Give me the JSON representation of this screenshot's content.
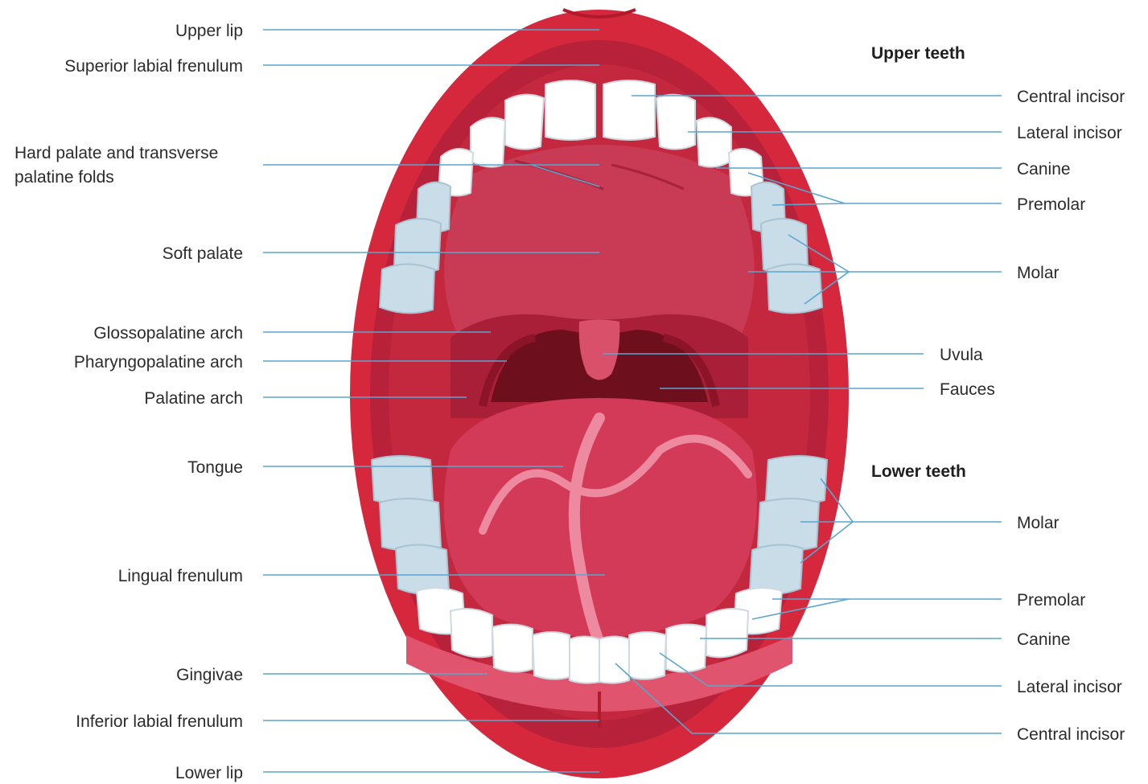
{
  "headings": {
    "upper_teeth": "Upper teeth",
    "lower_teeth": "Lower teeth"
  },
  "labels_left": [
    {
      "id": "upper-lip",
      "lines": [
        "Upper lip"
      ]
    },
    {
      "id": "superior-labial-frenulum",
      "lines": [
        "Superior labial frenulum"
      ]
    },
    {
      "id": "hard-palate",
      "lines": [
        "Hard palate and transverse",
        "palatine folds"
      ]
    },
    {
      "id": "soft-palate",
      "lines": [
        "Soft palate"
      ]
    },
    {
      "id": "glossopalatine-arch",
      "lines": [
        "Glossopalatine arch"
      ]
    },
    {
      "id": "pharyngopalatine-arch",
      "lines": [
        "Pharyngopalatine arch"
      ]
    },
    {
      "id": "palatine-arch",
      "lines": [
        "Palatine arch"
      ]
    },
    {
      "id": "tongue",
      "lines": [
        "Tongue"
      ]
    },
    {
      "id": "lingual-frenulum",
      "lines": [
        "Lingual frenulum"
      ]
    },
    {
      "id": "gingivae",
      "lines": [
        "Gingivae"
      ]
    },
    {
      "id": "inferior-labial-frenulum",
      "lines": [
        "Inferior labial frenulum"
      ]
    },
    {
      "id": "lower-lip",
      "lines": [
        "Lower lip"
      ]
    }
  ],
  "labels_right": [
    {
      "id": "upper-central-incisor",
      "lines": [
        "Central incisor"
      ]
    },
    {
      "id": "upper-lateral-incisor",
      "lines": [
        "Lateral incisor"
      ]
    },
    {
      "id": "upper-canine",
      "lines": [
        "Canine"
      ]
    },
    {
      "id": "upper-premolar",
      "lines": [
        "Premolar"
      ]
    },
    {
      "id": "upper-molar",
      "lines": [
        "Molar"
      ]
    },
    {
      "id": "uvula",
      "lines": [
        "Uvula"
      ]
    },
    {
      "id": "fauces",
      "lines": [
        "Fauces"
      ]
    },
    {
      "id": "lower-molar",
      "lines": [
        "Molar"
      ]
    },
    {
      "id": "lower-premolar",
      "lines": [
        "Premolar"
      ]
    },
    {
      "id": "lower-canine",
      "lines": [
        "Canine"
      ]
    },
    {
      "id": "lower-lateral-incisor",
      "lines": [
        "Lateral incisor"
      ]
    },
    {
      "id": "lower-central-incisor",
      "lines": [
        "Central incisor"
      ]
    }
  ],
  "colors": {
    "lip": "#d6283c",
    "lip_dark": "#b01a2c",
    "mouth_cavity": "#c4283e",
    "palate": "#c93a55",
    "throat": "#6e0f1d",
    "tongue": "#d23a58",
    "tongue_highlight": "#ee8aa0",
    "tooth": "#ffffff",
    "molar": "#c8dde8",
    "leader": "#5aa6cf"
  }
}
